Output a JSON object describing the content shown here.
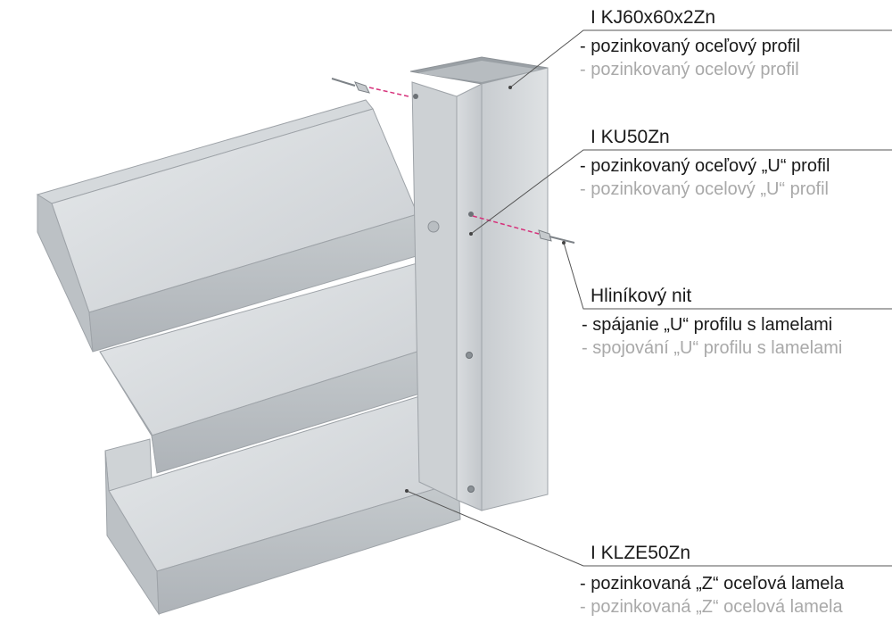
{
  "colors": {
    "metal_light": "#d8dcdf",
    "metal_mid": "#bfc4c8",
    "metal_dark": "#a3a8ad",
    "rivet_line": "#d6307a",
    "leader": "#555555",
    "text_main": "#1a1a1a",
    "text_secondary": "#a9a9a9"
  },
  "callouts": [
    {
      "title": "I KJ60x60x2Zn",
      "line1": "- pozinkovaný oceľový profil",
      "line2": "- pozinkovaný ocelový profil"
    },
    {
      "title": "I KU50Zn",
      "line1": "- pozinkovaný oceľový „U“ profil",
      "line2": "- pozinkovaný ocelový „U“ profil"
    },
    {
      "title": "Hliníkový nit",
      "line1": "- spájanie „U“ profilu s lamelami",
      "line2": "- spojování „U“ profilu s lamelami"
    },
    {
      "title": "I KLZE50Zn",
      "line1": "- pozinkovaná „Z“ oceľová lamela",
      "line2": "- pozinkovaná „Z“ ocelová lamela"
    }
  ]
}
